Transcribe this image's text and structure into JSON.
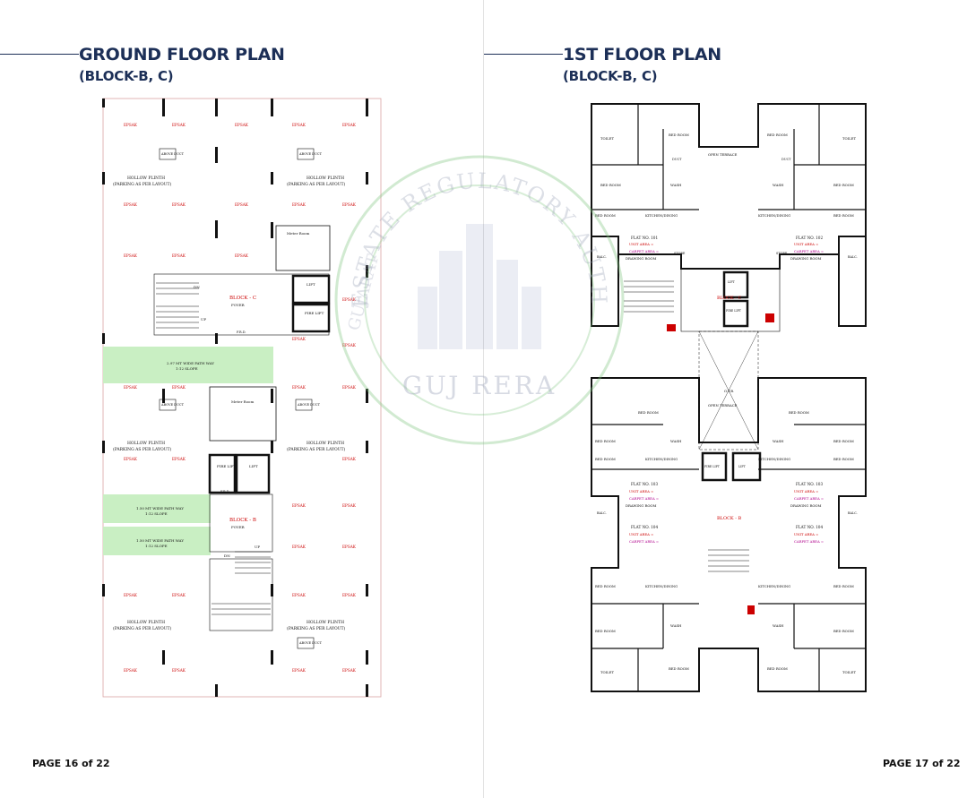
{
  "pages": {
    "left": {
      "title": "GROUND FLOOR PLAN",
      "subtitle": "(BLOCK-B, C)",
      "page_label": "PAGE 16 of 22",
      "labels": {
        "epsak": "EPSAK",
        "above_duct": "ABOVE DUCT",
        "hollow_plinth": "HOLLOW PLINTH",
        "parking": "(PARKING AS PER LAYOUT)",
        "meter_room": "Meter Room",
        "block_c": "BLOCK - C",
        "block_b": "BLOCK - B",
        "foyer": "FOYER",
        "lift": "LIFT",
        "fire_lift": "FIRE LIFT",
        "path_way_wide": "2.97 MT WIDE PATH WAY",
        "path_way": "1.50 MT WIDE PATH WAY",
        "slope": "1:12 SLOPE",
        "up": "UP",
        "dn": "DN",
        "frd": "F.R.D."
      }
    },
    "right": {
      "title": "1ST FLOOR PLAN",
      "subtitle": "(BLOCK-B, C)",
      "page_label": "PAGE 17 of 22",
      "labels": {
        "bed_room": "BED ROOM",
        "toilet": "TOILET",
        "wash": "WASH",
        "kitchen_dining": "KITCHEN/DINING",
        "drawing_room": "DRAWING ROOM",
        "open_terrace": "OPEN TERRACE",
        "flat_101": "FLAT NO. 101",
        "flat_102": "FLAT NO. 102",
        "flat_103": "FLAT NO. 103",
        "flat_104": "FLAT NO. 104",
        "unit_area": "UNIT AREA =",
        "carpet_area": "CARPET AREA =",
        "balcony": "BALC.",
        "store": "STORE",
        "duct": "DUCT",
        "otb": "O.T.B.",
        "block_c": "BLOCK - C",
        "block_b": "BLOCK - B",
        "lift": "LIFT",
        "fire_lift": "FIRE LIFT"
      }
    }
  },
  "watermark": {
    "top_text": "REAL ESTATE REGULATORY AUTHORITY",
    "bottom_text": "GUJ RERA",
    "side_text": "GUJARAT"
  },
  "colors": {
    "heading": "#1c2f57",
    "path_green": "#c9efc3",
    "red_text": "#cc0000",
    "magenta_text": "#b0008c",
    "wall": "#111111"
  }
}
